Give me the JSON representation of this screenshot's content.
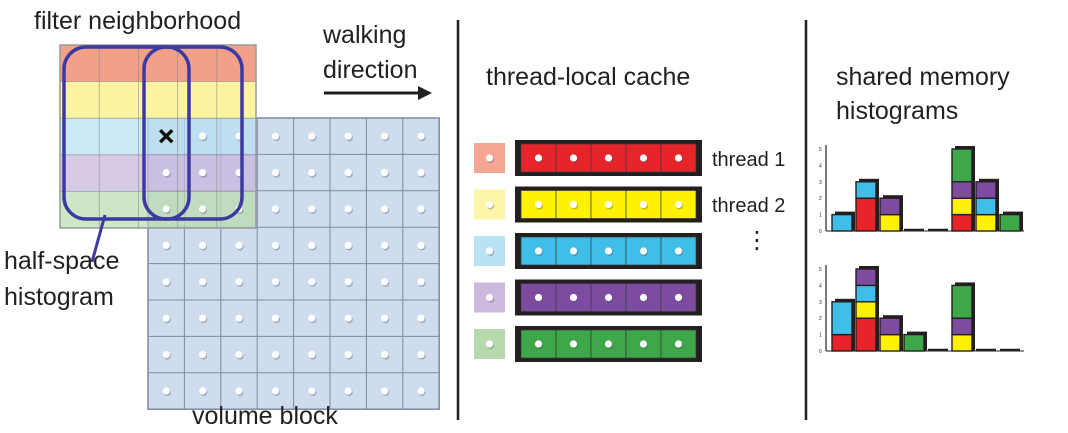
{
  "labels": {
    "filter_neighborhood": "filter neighborhood",
    "walking": "walking",
    "direction": "direction",
    "half_space": "half-space",
    "histogram": "histogram",
    "volume_block": "volume block",
    "thread_local_cache": "thread-local cache",
    "shared_memory": "shared memory",
    "histograms": "histograms",
    "thread1": "thread 1",
    "thread2": "thread 2",
    "ellipsis": "⋮"
  },
  "colors": {
    "red": "#e8242b",
    "yellow": "#fff200",
    "cyan": "#3fbfe8",
    "purple": "#7d4ca0",
    "green": "#3ea74a",
    "volume_cell": "#cfdced",
    "volume_grid": "#7d8aa3",
    "ring": "#3c3aa0",
    "band_red": "#f1a08a",
    "band_yellow": "#fdf3a0",
    "band_cyan": "#b7e1f1",
    "band_purple": "#c8b6dc",
    "band_green": "#b9dcb0",
    "swatch_red": "#f4a593",
    "swatch_yellow": "#fdf6a8",
    "swatch_cyan": "#b9e2f3",
    "swatch_purple": "#cdb9dd",
    "swatch_green": "#b7d9ae"
  },
  "cache_rows": [
    {
      "color_key": "red",
      "swatch_key": "swatch_red",
      "cells": 5
    },
    {
      "color_key": "yellow",
      "swatch_key": "swatch_yellow",
      "cells": 5
    },
    {
      "color_key": "cyan",
      "swatch_key": "swatch_cyan",
      "cells": 5
    },
    {
      "color_key": "purple",
      "swatch_key": "swatch_purple",
      "cells": 5
    },
    {
      "color_key": "green",
      "swatch_key": "swatch_green",
      "cells": 5
    }
  ],
  "volume_grid": {
    "columns": 8,
    "rows": 8
  },
  "filter_bands": [
    "band_red",
    "band_yellow",
    "band_cyan",
    "band_purple",
    "band_green"
  ],
  "histograms": {
    "axis_ticks": [
      "5",
      "4",
      "3",
      "2",
      "1",
      "0"
    ],
    "top": [
      [
        {
          "c": "cyan",
          "v": 1
        }
      ],
      [
        {
          "c": "red",
          "v": 2
        },
        {
          "c": "cyan",
          "v": 1
        }
      ],
      [
        {
          "c": "yellow",
          "v": 1
        },
        {
          "c": "purple",
          "v": 1
        }
      ],
      [],
      [],
      [
        {
          "c": "red",
          "v": 1
        },
        {
          "c": "yellow",
          "v": 1
        },
        {
          "c": "purple",
          "v": 1
        },
        {
          "c": "green",
          "v": 2
        }
      ],
      [
        {
          "c": "yellow",
          "v": 1
        },
        {
          "c": "cyan",
          "v": 1
        },
        {
          "c": "purple",
          "v": 1
        }
      ],
      [
        {
          "c": "green",
          "v": 1
        }
      ]
    ],
    "bottom": [
      [
        {
          "c": "red",
          "v": 1
        },
        {
          "c": "cyan",
          "v": 2
        }
      ],
      [
        {
          "c": "red",
          "v": 2
        },
        {
          "c": "yellow",
          "v": 1
        },
        {
          "c": "cyan",
          "v": 1
        },
        {
          "c": "purple",
          "v": 1
        }
      ],
      [
        {
          "c": "yellow",
          "v": 1
        },
        {
          "c": "purple",
          "v": 1
        }
      ],
      [
        {
          "c": "green",
          "v": 1
        }
      ],
      [],
      [
        {
          "c": "yellow",
          "v": 1
        },
        {
          "c": "purple",
          "v": 1
        },
        {
          "c": "green",
          "v": 2
        }
      ],
      [],
      []
    ]
  }
}
